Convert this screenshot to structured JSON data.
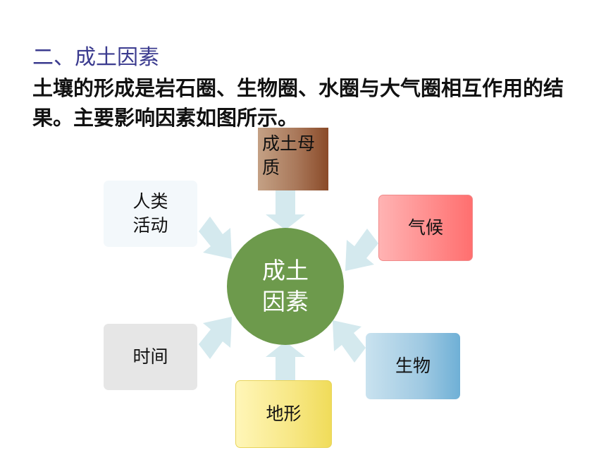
{
  "slide": {
    "section_title": "二、成土因素",
    "intro_text": "土壤的形成是岩石圈、生物圈、水圈与大气圈相互作用的结果。主要影响因素如图所示。"
  },
  "diagram": {
    "center": {
      "line1": "成土",
      "line2": "因素"
    },
    "factors": {
      "parent_material": {
        "line1": "成土母",
        "line2": "质"
      },
      "human_activity": {
        "line1": "人类",
        "line2": "活动"
      },
      "climate": {
        "label": "气候"
      },
      "time": {
        "label": "时间"
      },
      "biology": {
        "label": "生物"
      },
      "terrain": {
        "label": "地形"
      }
    },
    "colors": {
      "center_fill": "#6d9a4c",
      "arrow_fill": "#d4e9ee",
      "title_color": "#3b3b8f"
    }
  }
}
